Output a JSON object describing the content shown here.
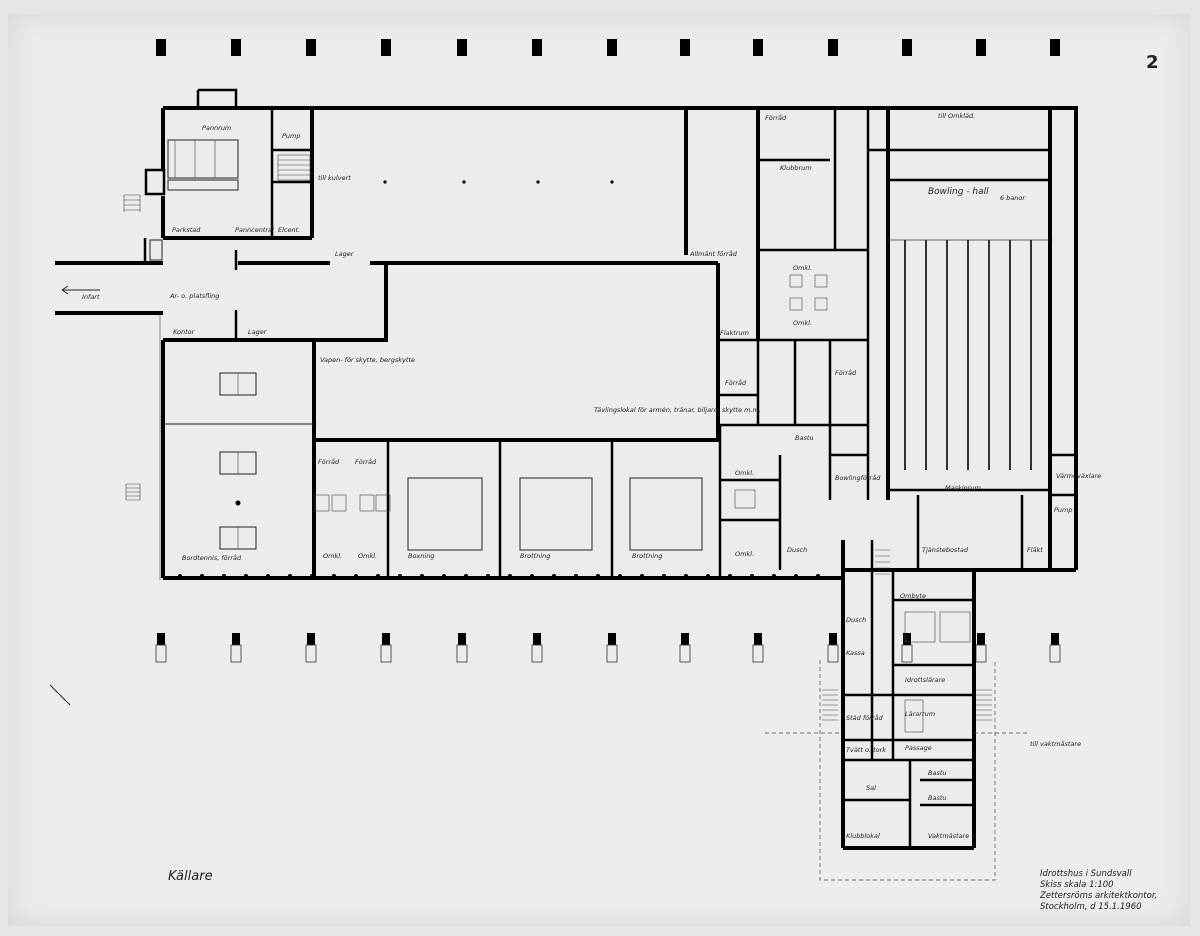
{
  "sheet": {
    "number": "2",
    "floor_title": "Källare",
    "title_block": [
      "Idrottshus i Sundsvall",
      "Skiss  skala 1:100",
      "Zettersröms arkitektkontor,",
      "Stockholm, d 15.1.1960"
    ],
    "signature": "Källare"
  },
  "rooms": {
    "pannrum": "Pannrum",
    "pump": "Pump",
    "parkstad": "Parkstad",
    "panncentral": "Panncentral",
    "elcent": "Elcent.",
    "till_kulvert": "till kulvert",
    "infart": "Infart",
    "lager_1": "Lager",
    "arb_platsfling": "Ar- o. platsfling",
    "kontor": "Kontor",
    "lager_2": "Lager",
    "allm_forrad": "Allmänt förråd",
    "bowling_hall": "Bowling - hall",
    "till_omklad": "till Omkläd.",
    "bowling_lanes": "6 banor",
    "klubbrum": "Klubbrum",
    "omkl_1": "Omkl.",
    "omkl_2": "Omkl.",
    "fl_ang": "Flaktrum",
    "storage_hall": "Tävlingslokal för armén, tränar, biljard, skytte m.m.",
    "vapen": "Vapen- för skytte, bergskytte",
    "forrad_a": "Förråd",
    "forrad_b": "Förråd",
    "forrad_c": "Förråd",
    "forrad_d": "Förråd",
    "forrad_e": "Förråd",
    "bastu": "Bastu",
    "omkl_3": "Omkl.",
    "omkl_4": "Omkl.",
    "omkl_5": "Omkl.",
    "omkl_6": "Omkl.",
    "bowling_fr": "Bowlingförråd",
    "brottning_1": "Brottning",
    "brottning_2": "Brottning",
    "boxning": "Boxning",
    "bordtennis": "Bordtennis, förråd",
    "maskinrum": "Maskinrum",
    "fl": "Fläkt",
    "pump2": "Pump",
    "tillagslokal": "Tjänstebostad",
    "varmhall": "Värmeväxlare",
    "dusch": "Dusch",
    "kassa": "Kassa",
    "ent_forr": "Städ förråd",
    "passage": "Passage",
    "till_vaktm": "till vaktmästare",
    "tvatt": "Tvätt o. tork",
    "sal": "Sal",
    "klubb2": "Klubblokal",
    "bastu2": "Bastu",
    "bastu3": "Bastu",
    "vaktmastare": "Vaktmästare",
    "haldeltagare": "Idrottslärare",
    "lararrum": "Lärarrum",
    "ombyte": "Ombyte",
    "dag": "Dusch"
  }
}
